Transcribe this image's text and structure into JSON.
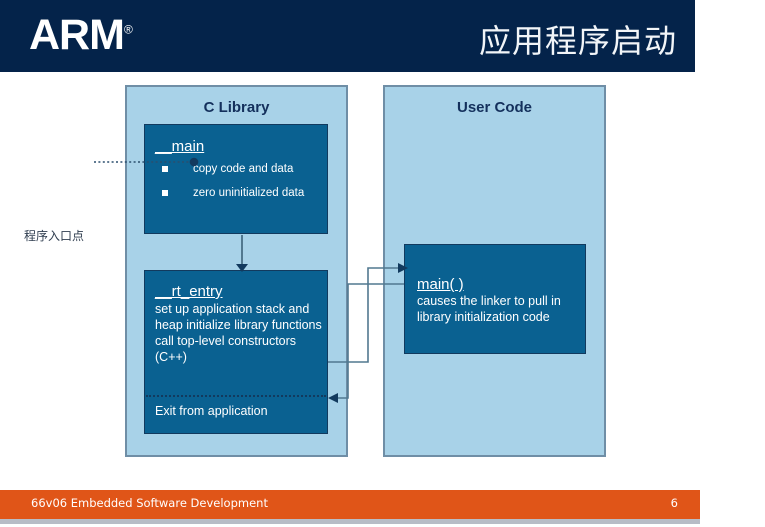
{
  "header": {
    "logo_text": "ARM",
    "logo_tm": "®",
    "title": "应用程序启动",
    "bg_color": "#04234a"
  },
  "diagram": {
    "panels": [
      {
        "id": "c-library",
        "title": "C Library"
      },
      {
        "id": "user-code",
        "title": "User Code"
      }
    ],
    "blocks": {
      "main": {
        "heading": "__main",
        "bullets": [
          "copy code and data",
          "zero uninitialized data"
        ]
      },
      "rt_entry": {
        "heading": "__rt_entry",
        "lines": "set up application stack and heap\ninitialize library functions\ncall top-level constructors (C++)",
        "exit_text": "Exit from application"
      },
      "user_main": {
        "heading": "main( )",
        "lines": "causes the linker to pull in library initialization code"
      }
    },
    "annotation": {
      "entry_point_label": "程序入口点"
    },
    "colors": {
      "panel_fill": "#a8d2e8",
      "panel_border": "#6f8ea6",
      "block_fill": "#0a6191",
      "block_border": "#123a5e",
      "connector": "#2b4f6e"
    }
  },
  "footer": {
    "text": "66v06 Embedded Software Development",
    "page_number": "6",
    "bg_color": "#e05518"
  }
}
